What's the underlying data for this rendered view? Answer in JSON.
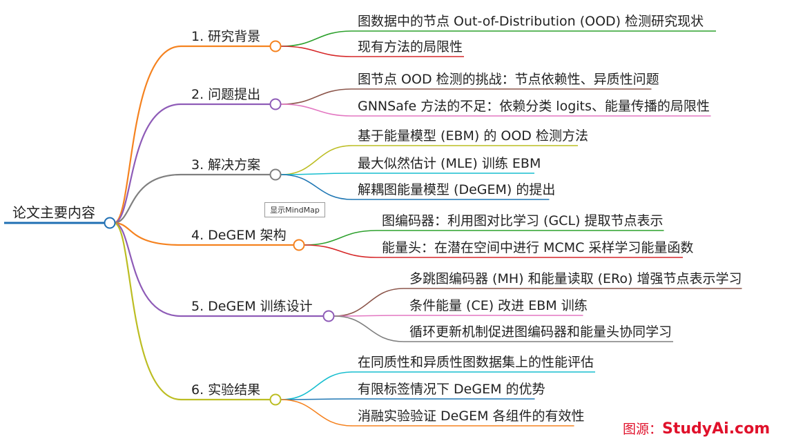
{
  "mindmap": {
    "root": {
      "label": "论文主要内容",
      "color": "#1f6fb3"
    },
    "branches": [
      {
        "label": "1. 研究背景",
        "color": "#f5821f",
        "children": [
          {
            "label": "图数据中的节点 Out-of-Distribution (OOD) 检测研究现状",
            "color": "#2ca02c"
          },
          {
            "label": "现有方法的局限性",
            "color": "#d62728"
          }
        ]
      },
      {
        "label": "2. 问题提出",
        "color": "#8e5bb7",
        "children": [
          {
            "label": "图节点 OOD 检测的挑战：节点依赖性、异质性问题",
            "color": "#8c564b"
          },
          {
            "label": "GNNSafe 方法的不足：依赖分类 logits、能量传播的局限性",
            "color": "#e377c2"
          }
        ]
      },
      {
        "label": "3. 解决方案",
        "color": "#7f7f7f",
        "children": [
          {
            "label": "基于能量模型 (EBM) 的 OOD 检测方法",
            "color": "#bcbd22"
          },
          {
            "label": "最大似然估计 (MLE) 训练 EBM",
            "color": "#17becf"
          },
          {
            "label": "解耦图能量模型 (DeGEM) 的提出",
            "color": "#1f77b4"
          }
        ]
      },
      {
        "label": "4. DeGEM 架构",
        "color": "#f5821f",
        "children": [
          {
            "label": "图编码器：利用图对比学习 (GCL) 提取节点表示",
            "color": "#2ca02c"
          },
          {
            "label": "能量头：在潜在空间中进行 MCMC 采样学习能量函数",
            "color": "#d62728"
          }
        ]
      },
      {
        "label": "5. DeGEM 训练设计",
        "color": "#8e5bb7",
        "children": [
          {
            "label": "多跳图编码器 (MH) 和能量读取 (ERo) 增强节点表示学习",
            "color": "#8c564b"
          },
          {
            "label": "条件能量 (CE) 改进 EBM 训练",
            "color": "#e377c2"
          },
          {
            "label": "循环更新机制促进图编码器和能量头协同学习",
            "color": "#7f7f7f"
          }
        ]
      },
      {
        "label": "6. 实验结果",
        "color": "#bcbd22",
        "children": [
          {
            "label": "在同质性和异质性图数据集上的性能评估",
            "color": "#17becf"
          },
          {
            "label": "有限标签情况下 DeGEM 的优势",
            "color": "#1f77b4"
          },
          {
            "label": "消融实验验证 DeGEM 各组件的有效性",
            "color": "#f5821f"
          }
        ]
      }
    ]
  },
  "ui": {
    "show_mindmap_label": "显示MindMap"
  },
  "watermark": {
    "prefix": "图源：",
    "site": "StudyAi.com"
  }
}
